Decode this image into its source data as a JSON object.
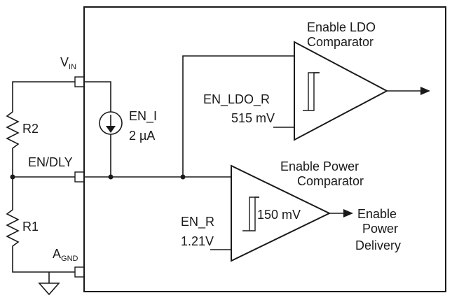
{
  "pins": {
    "vin": {
      "main": "V",
      "sub": "IN"
    },
    "en_dly": "EN/DLY",
    "agnd": {
      "main": "A",
      "sub": "GND"
    }
  },
  "resistors": {
    "r2": "R2",
    "r1": "R1"
  },
  "current_source": {
    "name": "EN_I",
    "value": "2 µA"
  },
  "ldo_comparator": {
    "title_line1": "Enable LDO",
    "title_line2": "Comparator",
    "ref_name": "EN_LDO_R",
    "ref_value": "515 mV"
  },
  "power_comparator": {
    "title_line1": "Enable Power",
    "title_line2": "Comparator",
    "hysteresis": "150 mV",
    "ref_name": "EN_R",
    "ref_value": "1.21V"
  },
  "output": {
    "line1": "Enable",
    "line2": "Power",
    "line3": "Delivery"
  }
}
